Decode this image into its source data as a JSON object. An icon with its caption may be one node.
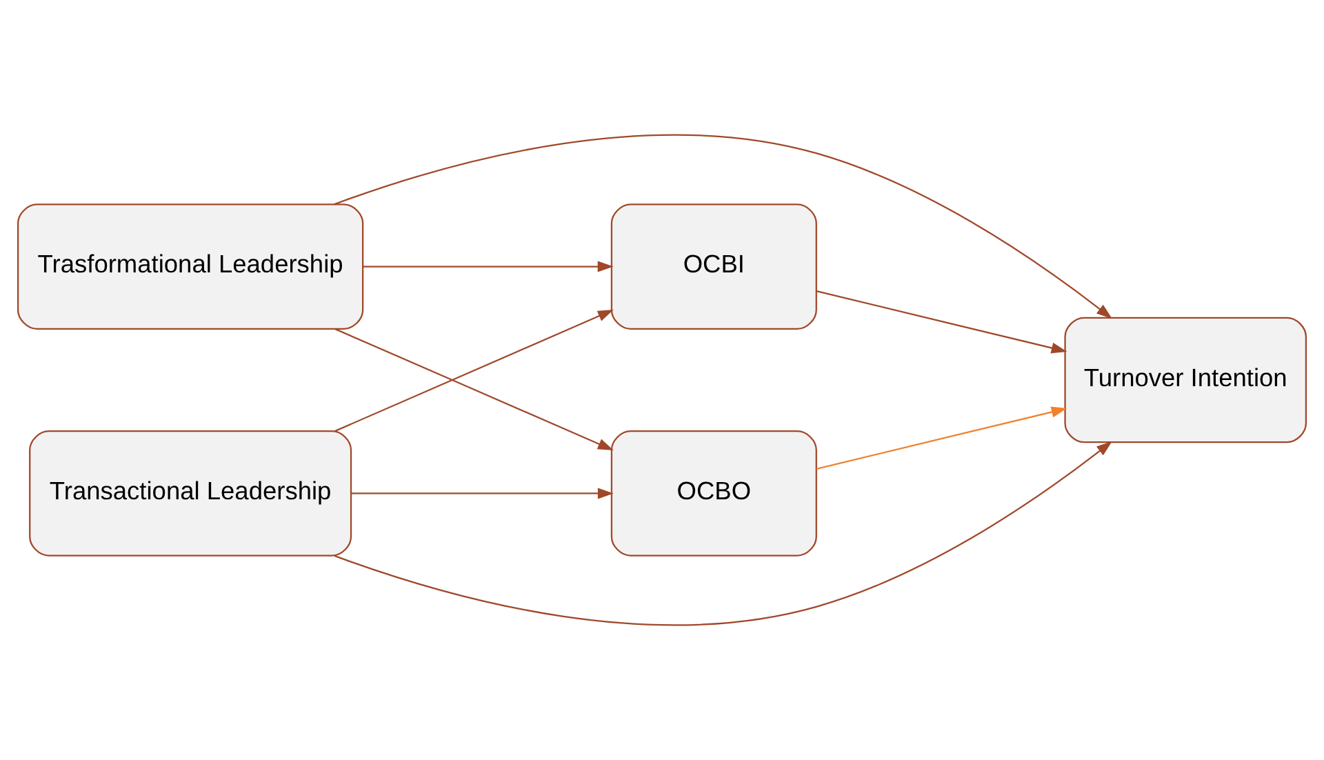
{
  "diagram": {
    "nodes": [
      {
        "text": [
          "Trasformational Leadership"
        ]
      },
      {
        "text": [
          "Transactional Leadership"
        ]
      },
      {
        "text": [
          "OCBI"
        ]
      },
      {
        "text": [
          "OCBO"
        ]
      },
      {
        "text": [
          "Turnover Intention"
        ]
      }
    ],
    "edges": [
      {
        "from": 0,
        "to": 2,
        "arrow": "to"
      },
      {
        "from": 0,
        "to": 4,
        "arrow": "to"
      },
      {
        "from": 0,
        "to": 3,
        "arrow": "to"
      },
      {
        "from": 1,
        "to": 2,
        "arrow": "to"
      },
      {
        "from": 1,
        "to": 4,
        "arrow": "to"
      },
      {
        "from": 1,
        "to": 3,
        "arrow": "to"
      },
      {
        "from": 2,
        "to": 4,
        "arrow": "to"
      },
      {
        "from": 3,
        "to": 4,
        "arrow": "to",
        "color": "#f0822e"
      }
    ]
  }
}
